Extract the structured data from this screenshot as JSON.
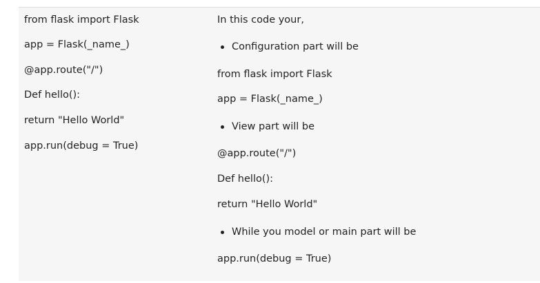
{
  "left_column": {
    "lines": [
      "from flask import Flask",
      "app = Flask(_name_)",
      "@app.route(\"/\")",
      "Def hello():",
      "return \"Hello World\"",
      "app.run(debug = True)"
    ]
  },
  "right_column": {
    "intro": "In this code your,",
    "bullet_1": "Configuration part will be",
    "config_lines": [
      "from flask import Flask",
      "app = Flask(_name_)"
    ],
    "bullet_2": "View part will be",
    "view_lines": [
      "@app.route(\"/\")",
      "Def hello():",
      "return \"Hello World\""
    ],
    "bullet_3": "While you model or main part will be",
    "main_lines": [
      "app.run(debug = True)"
    ]
  }
}
